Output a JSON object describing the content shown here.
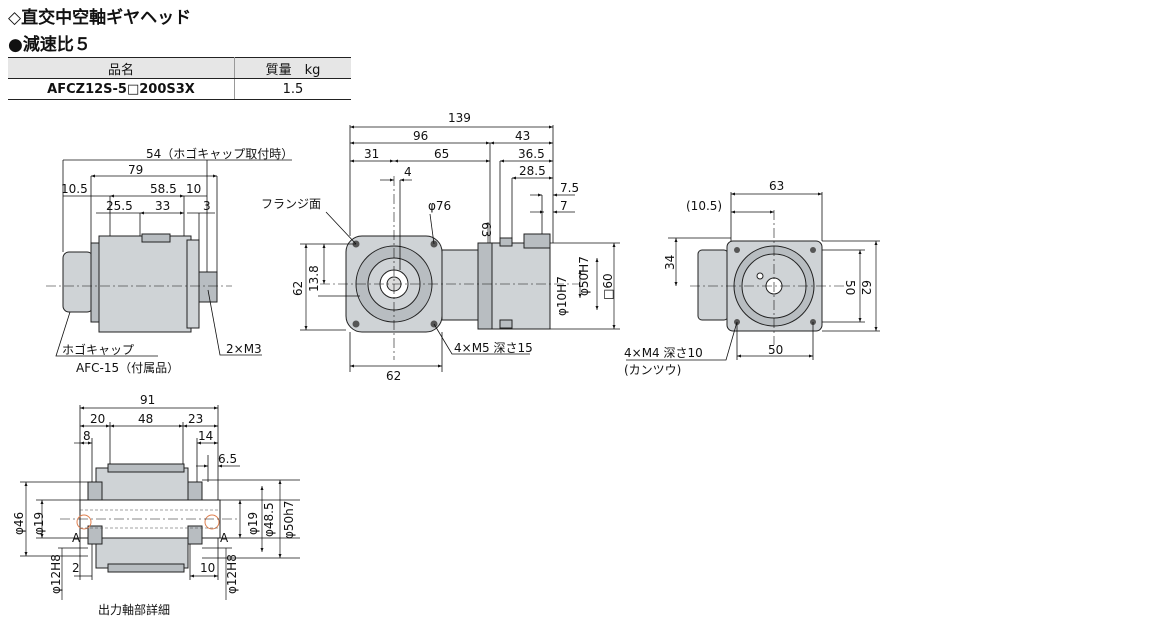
{
  "header": {
    "title": "◇直交中空軸ギヤヘッド",
    "subtitle": "●減速比５"
  },
  "table": {
    "col1": "品名",
    "col2": "質量　kg",
    "model": "AFCZ12S-5□200S3X",
    "mass": "1.5"
  },
  "side_view": {
    "d_total": "54（ホゴキャップ取付時）",
    "d_79": "79",
    "d_105": "10.5",
    "d_585": "58.5",
    "d_10": "10",
    "d_255": "25.5",
    "d_33": "33",
    "d_3": "3",
    "cap_label": "ホゴキャップ",
    "cap_part": "AFC-15（付属品）",
    "screw": "2×M3"
  },
  "front_view": {
    "d_139": "139",
    "d_96": "96",
    "d_43": "43",
    "d_31": "31",
    "d_65": "65",
    "d_365": "36.5",
    "d_285": "28.5",
    "d_75": "7.5",
    "d_7": "7",
    "d_4": "4",
    "flange": "フランジ面",
    "phi76": "φ76",
    "d_63v": "63",
    "d_138": "13.8",
    "d_62h": "62",
    "d_62v": "62",
    "phi10": "φ10H7",
    "phi50": "φ50H7",
    "sq60": "□60",
    "holes": "4×M5 深さ15"
  },
  "end_view": {
    "d_63": "63",
    "d_105p": "(10.5)",
    "d_34": "34",
    "d_50v": "50",
    "d_62": "62",
    "d_50h": "50",
    "holes": "4×M4 深さ10",
    "through": "(カンツウ)"
  },
  "shaft_view": {
    "d_91": "91",
    "d_20": "20",
    "d_48": "48",
    "d_23": "23",
    "d_8": "8",
    "d_14": "14",
    "d_65": "6.5",
    "phi46": "φ46",
    "phi19l": "φ19",
    "phi19r": "φ19",
    "phi485": "φ48.5",
    "phi50": "φ50h7",
    "a_left": "A",
    "a_right": "A",
    "d_2": "2",
    "d_10": "10",
    "phi12l": "φ12H8",
    "phi12r": "φ12H8",
    "caption": "出力軸部詳細"
  }
}
